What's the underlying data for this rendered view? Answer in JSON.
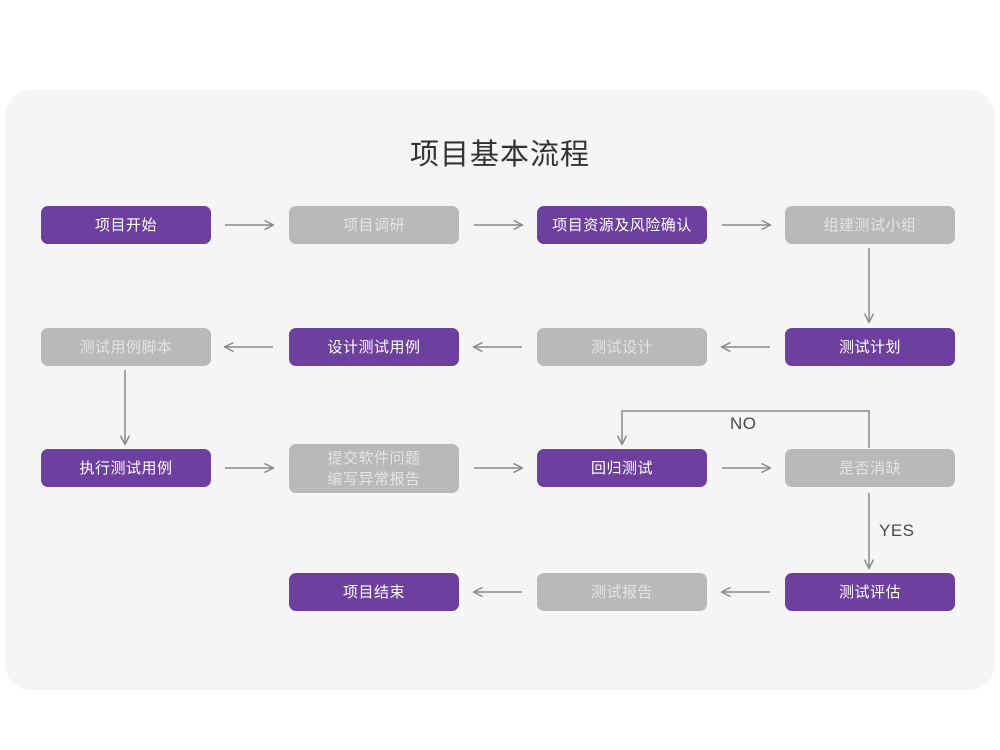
{
  "diagram": {
    "title": "项目基本流程",
    "colors": {
      "page_background": "#ffffff",
      "card_background": "#f5f5f6",
      "node_active": "#6d3f9e",
      "node_active_text": "#ffffff",
      "node_inactive": "#b9b9b9",
      "node_inactive_text": "#e4e4e4",
      "edge": "#8a8a8a",
      "title_text": "#333333",
      "edge_label_text": "#4a4a4a"
    },
    "nodes": [
      {
        "id": "n1",
        "label": "项目开始",
        "state": "active",
        "row": 1,
        "col": 1
      },
      {
        "id": "n2",
        "label": "项目调研",
        "state": "inactive",
        "row": 1,
        "col": 2
      },
      {
        "id": "n3",
        "label": "项目资源及风险确认",
        "state": "active",
        "row": 1,
        "col": 3
      },
      {
        "id": "n4",
        "label": "组建测试小组",
        "state": "inactive",
        "row": 1,
        "col": 4
      },
      {
        "id": "n5",
        "label": "测试用例脚本",
        "state": "inactive",
        "row": 2,
        "col": 1
      },
      {
        "id": "n6",
        "label": "设计测试用例",
        "state": "active",
        "row": 2,
        "col": 2
      },
      {
        "id": "n7",
        "label": "测试设计",
        "state": "inactive",
        "row": 2,
        "col": 3
      },
      {
        "id": "n8",
        "label": "测试计划",
        "state": "active",
        "row": 2,
        "col": 4
      },
      {
        "id": "n9",
        "label": "执行测试用例",
        "state": "active",
        "row": 3,
        "col": 1
      },
      {
        "id": "n10",
        "label": "提交软件问题\n编写异常报告",
        "state": "inactive",
        "row": 3,
        "col": 2
      },
      {
        "id": "n11",
        "label": "回归测试",
        "state": "active",
        "row": 3,
        "col": 3
      },
      {
        "id": "n12",
        "label": "是否消缺",
        "state": "inactive",
        "row": 3,
        "col": 4
      },
      {
        "id": "n13",
        "label": "项目结束",
        "state": "active",
        "row": 4,
        "col": 2
      },
      {
        "id": "n14",
        "label": "测试报告",
        "state": "inactive",
        "row": 4,
        "col": 3
      },
      {
        "id": "n15",
        "label": "测试评估",
        "state": "active",
        "row": 4,
        "col": 4
      }
    ],
    "edge_labels": {
      "no": "NO",
      "yes": "YES"
    },
    "edges": [
      {
        "from": "n1",
        "to": "n2",
        "direction": "right"
      },
      {
        "from": "n2",
        "to": "n3",
        "direction": "right"
      },
      {
        "from": "n3",
        "to": "n4",
        "direction": "right"
      },
      {
        "from": "n4",
        "to": "n8",
        "direction": "down"
      },
      {
        "from": "n8",
        "to": "n7",
        "direction": "left"
      },
      {
        "from": "n7",
        "to": "n6",
        "direction": "left"
      },
      {
        "from": "n6",
        "to": "n5",
        "direction": "left"
      },
      {
        "from": "n5",
        "to": "n9",
        "direction": "down"
      },
      {
        "from": "n9",
        "to": "n10",
        "direction": "right"
      },
      {
        "from": "n10",
        "to": "n11",
        "direction": "right"
      },
      {
        "from": "n11",
        "to": "n12",
        "direction": "right"
      },
      {
        "from": "n12",
        "to": "n11",
        "direction": "loop-up-left",
        "label": "NO"
      },
      {
        "from": "n12",
        "to": "n15",
        "direction": "down",
        "label": "YES"
      },
      {
        "from": "n15",
        "to": "n14",
        "direction": "left"
      },
      {
        "from": "n14",
        "to": "n13",
        "direction": "left"
      }
    ]
  }
}
